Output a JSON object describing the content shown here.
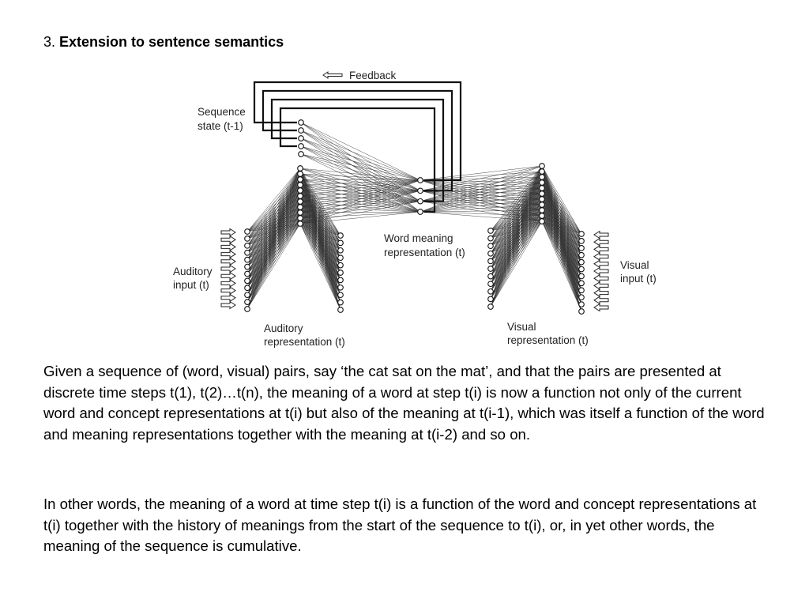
{
  "heading": {
    "number": "3. ",
    "title": "Extension to sentence semantics"
  },
  "diagram": {
    "feedback": "Feedback",
    "sequence_state": [
      "Sequence",
      "state (t-1)"
    ],
    "word_meaning": [
      "Word meaning",
      "representation (t)"
    ],
    "auditory_input": [
      "Auditory",
      "input (t)"
    ],
    "visual_input": [
      "Visual",
      "input (t)"
    ],
    "auditory_repr": [
      "Auditory",
      "representation (t)"
    ],
    "visual_repr": [
      "Visual",
      "representation (t)"
    ]
  },
  "paragraphs": [
    "Given a sequence of (word, visual) pairs, say ‘the cat sat on the mat’, and that the pairs are presented at discrete time steps t(1), t(2)…t(n), the meaning of a word at step t(i) is now a function not only of the current word and concept representations at t(i) but also of the meaning at t(i-1), which was itself a function of the word and meaning representations together with the meaning at t(i-2) and so on.",
    "In other words, the meaning of a word at time step t(i) is a function of the word and concept representations at t(i) together with the history of meanings from the start of the sequence to t(i), or, in yet other words, the meaning of the sequence is cumulative."
  ]
}
